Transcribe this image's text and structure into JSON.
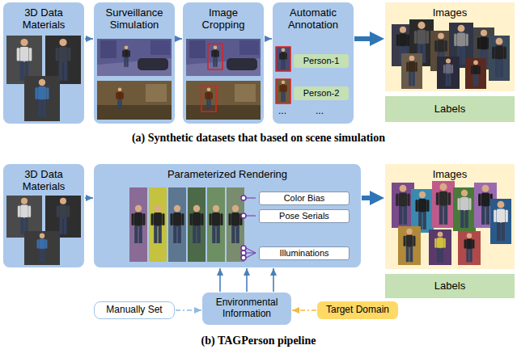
{
  "diagram": {
    "nodes": [
      {
        "text": [
          "3D Data Materials"
        ]
      },
      {
        "text": [
          "Surveillance Simulation"
        ]
      },
      {
        "text": [
          "Image Cropping"
        ]
      },
      {
        "text": [
          "Automatic Annotation"
        ]
      },
      {
        "text": [
          "Person-1"
        ],
        "in": 3
      },
      {
        "text": [
          "Person-2"
        ],
        "in": 3
      },
      {
        "text": [
          "Images"
        ]
      },
      {
        "text": [
          "Labels"
        ]
      },
      {
        "text": [
          "3D Data Materials"
        ]
      },
      {
        "text": [
          "Parameterized Rendering"
        ]
      },
      {
        "text": [
          "Color Bias"
        ],
        "in": 9
      },
      {
        "text": [
          "Pose Serials"
        ],
        "in": 9
      },
      {
        "text": [
          "Illuminations"
        ],
        "in": 9
      },
      {
        "text": [
          "Manually Set"
        ]
      },
      {
        "text": [
          "Environmental Information"
        ]
      },
      {
        "text": [
          "Target Domain"
        ]
      },
      {
        "text": [
          "Images"
        ]
      },
      {
        "text": [
          "Labels"
        ]
      }
    ],
    "edges": [
      {
        "from": 0,
        "to": 1,
        "arrow": "to"
      },
      {
        "from": 1,
        "to": 2,
        "arrow": "to"
      },
      {
        "from": 2,
        "to": 3,
        "arrow": "to"
      },
      {
        "from": 3,
        "to": 6,
        "arrow": "to"
      },
      {
        "from": 8,
        "to": 9,
        "arrow": "to"
      },
      {
        "from": 9,
        "to": 16,
        "arrow": "to"
      },
      {
        "from": 13,
        "to": 14,
        "arrow": "to"
      },
      {
        "from": 15,
        "to": 14,
        "arrow": "to"
      },
      {
        "from": 14,
        "to": 9,
        "arrow": "to"
      }
    ],
    "labels": [
      "...",
      "...",
      "(a) Synthetic datasets that based on scene simulation",
      "(b) TAGPerson pipeline"
    ]
  }
}
